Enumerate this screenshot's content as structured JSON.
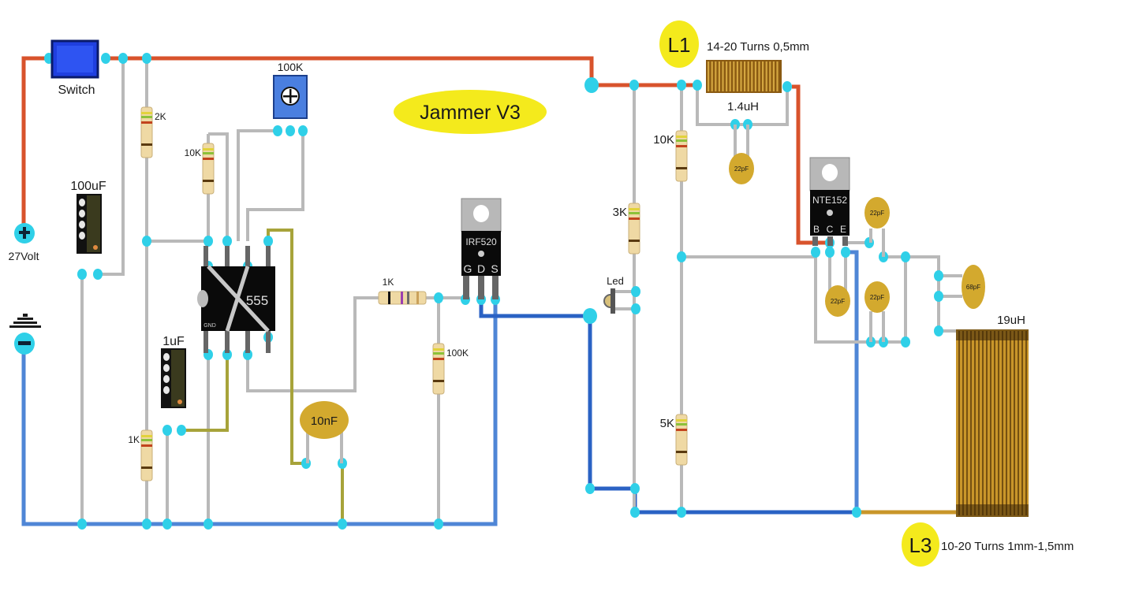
{
  "title": "Jammer V3",
  "colors": {
    "positive_rail": "#d8532c",
    "ground_rail": "#4f86d6",
    "signal_wire": "#b9b9b9",
    "node": "#2fd0e8",
    "title_bubble": "#f4ea1c",
    "ceramic_cap": "#d3a92e"
  },
  "power": {
    "switch_label": "Switch",
    "supply_label": "27Volt",
    "plus_icon": "plus-terminal-icon",
    "minus_icon": "minus-terminal-icon",
    "ground_icon": "ground-symbol-icon"
  },
  "components": {
    "c_100uf": "100uF",
    "r_2k": "2K",
    "r_10k_a": "10K",
    "pot_100k": "100K",
    "ic_555": "555",
    "ic_gnd_pin": "GND",
    "c_1uf": "1uF",
    "r_1k_a": "1K",
    "c_10nf": "10nF",
    "r_1k_b": "1K",
    "r_100k": "100K",
    "mosfet": "IRF520",
    "mosfet_pins": [
      "G",
      "D",
      "S"
    ],
    "r_3k": "3K",
    "led": "Led",
    "r_10k_b": "10K",
    "r_5k": "5K",
    "transistor": "NTE152",
    "transistor_pins": [
      "B",
      "C",
      "E"
    ],
    "c_22pf_1": "22pF",
    "c_22pf_2": "22pF",
    "c_22pf_3": "22pF",
    "c_22pf_4": "22pF",
    "c_68pf": "68pF"
  },
  "coils": {
    "l1": {
      "tag": "L1",
      "spec": "14-20 Turns 0,5mm",
      "inductance": "1.4uH"
    },
    "l3": {
      "tag": "L3",
      "spec": "10-20 Turns 1mm-1,5mm",
      "inductance": "19uH"
    }
  }
}
